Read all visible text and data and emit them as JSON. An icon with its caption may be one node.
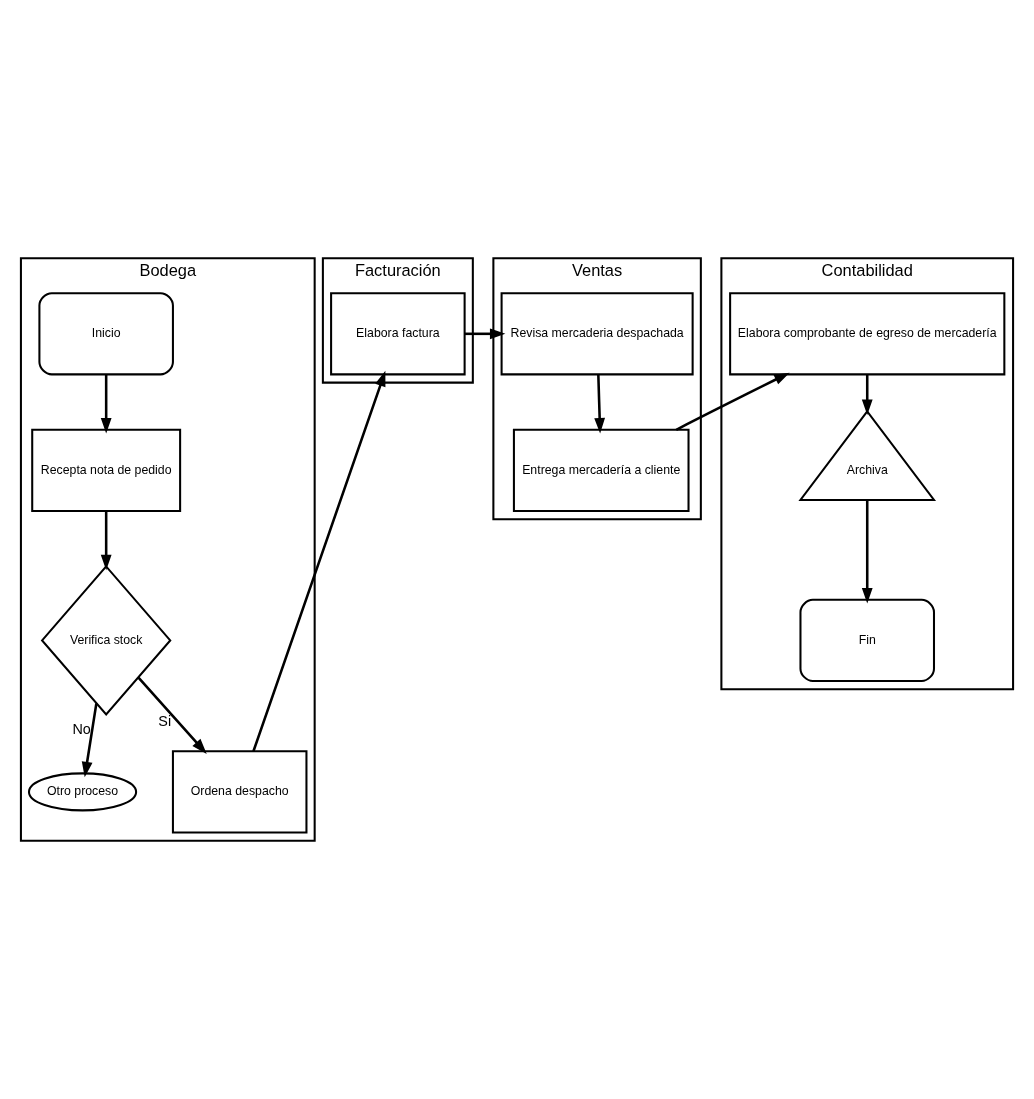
{
  "diagram": {
    "nodes": [
      {
        "text": [
          "Bodega"
        ]
      },
      {
        "text": [
          "Inicio"
        ],
        "in": 0
      },
      {
        "text": [
          "Recepta nota de pedido"
        ],
        "in": 0
      },
      {
        "text": [
          "Verifica stock"
        ],
        "in": 0
      },
      {
        "text": [
          "Otro proceso"
        ],
        "in": 0
      },
      {
        "text": [
          "Ordena despacho"
        ],
        "in": 0
      },
      {
        "text": [
          "Facturación"
        ]
      },
      {
        "text": [
          "Elabora factura"
        ],
        "in": 6
      },
      {
        "text": [
          "Ventas"
        ]
      },
      {
        "text": [
          "Revisa mercaderia despachada"
        ],
        "in": 8
      },
      {
        "text": [
          "Entrega mercadería a cliente"
        ],
        "in": 8
      },
      {
        "text": [
          "Contabilidad"
        ]
      },
      {
        "text": [
          "Elabora comprobante de egreso de mercadería"
        ],
        "in": 11
      },
      {
        "text": [
          "Archiva"
        ],
        "in": 11
      },
      {
        "text": [
          "Fin"
        ],
        "in": 11
      }
    ],
    "edges": [
      {
        "from": 1,
        "to": 2,
        "arrow": "to"
      },
      {
        "from": 2,
        "to": 3,
        "arrow": "to"
      },
      {
        "from": 3,
        "to": 4,
        "arrow": "to",
        "label": "No"
      },
      {
        "from": 3,
        "to": 5,
        "arrow": "to",
        "label": "Si"
      },
      {
        "from": 5,
        "to": 7,
        "arrow": "to"
      },
      {
        "from": 7,
        "to": 9,
        "arrow": "to"
      },
      {
        "from": 9,
        "to": 10,
        "arrow": "to"
      },
      {
        "from": 10,
        "to": 12,
        "arrow": "to"
      },
      {
        "from": 12,
        "to": 13,
        "arrow": "to"
      },
      {
        "from": 13,
        "to": 14,
        "arrow": "to"
      }
    ]
  }
}
